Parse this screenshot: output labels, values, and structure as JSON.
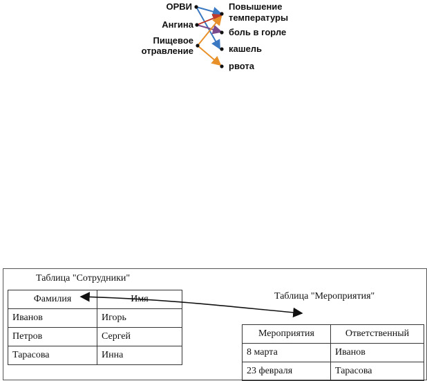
{
  "diagram1": {
    "left_items": [
      "ОРВИ",
      "Ангина",
      "Пищевое",
      "отравление"
    ],
    "right_items": [
      "Повышение",
      "температуры",
      "боль в горле",
      "кашель",
      "рвота"
    ],
    "colors": {
      "blue": "#3a78c2",
      "red": "#c0392b",
      "orange": "#e8912a",
      "purple": "#7a4a8c"
    }
  },
  "diagram2": {
    "table1": {
      "caption": "Таблица \"Сотрудники\"",
      "headers": [
        "Фамилия",
        "Имя"
      ],
      "rows": [
        [
          "Иванов",
          "Игорь"
        ],
        [
          "Петров",
          "Сергей"
        ],
        [
          "Тарасова",
          "Инна"
        ]
      ]
    },
    "table2": {
      "caption": "Таблица \"Мероприятия\"",
      "headers": [
        "Мероприятия",
        "Ответственный"
      ],
      "rows": [
        [
          "8 марта",
          "Иванов"
        ],
        [
          "23 февраля",
          "Тарасова"
        ]
      ]
    }
  }
}
